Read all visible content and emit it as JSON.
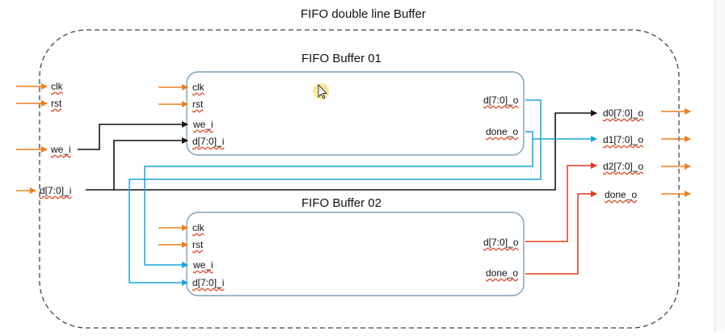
{
  "diagram": {
    "title": "FIFO double line Buffer",
    "buffer1": {
      "title": "FIFO Buffer 01",
      "inputs": [
        "clk",
        "rst",
        "we_i",
        "d[7:0]_i"
      ],
      "outputs": [
        "d[7:0]_o",
        "done_o"
      ]
    },
    "buffer2": {
      "title": "FIFO Buffer 02",
      "inputs": [
        "clk",
        "rst",
        "we_i",
        "d[7:0]_i"
      ],
      "outputs": [
        "d[7:0]_o",
        "done_o"
      ]
    },
    "top_inputs": [
      "clk",
      "rst",
      "we_i",
      "d[7:0]_i"
    ],
    "top_outputs": [
      "d0[7:0]_o",
      "d1[7:0]_o",
      "d2[7:0]_o",
      "done_o"
    ]
  },
  "colors": {
    "orange": "#f07f1c",
    "black": "#111111",
    "blue": "#1aa3e0",
    "red": "#e03c1e",
    "box_border": "#7f9fb5",
    "dash_border": "#444444"
  }
}
